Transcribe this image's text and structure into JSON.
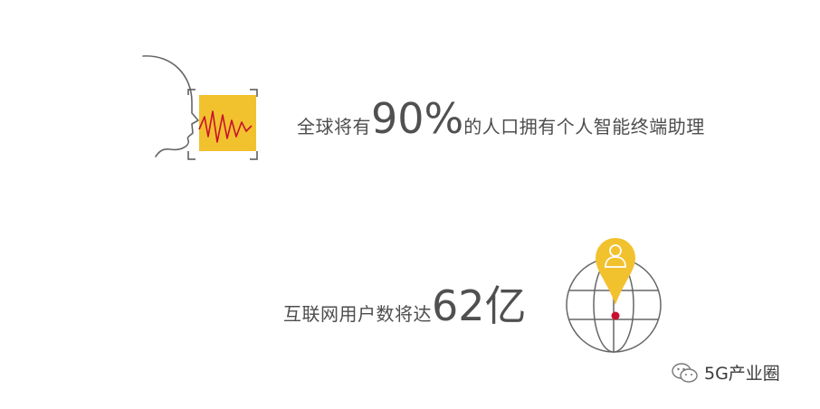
{
  "stats": [
    {
      "prefix": "全球将有",
      "number": "90%",
      "suffix": "的人口拥有个人智能终端助理",
      "icon": "voice-assistant-icon"
    },
    {
      "prefix": "互联网用户数将达",
      "number": "62亿",
      "suffix": "",
      "icon": "globe-user-location-icon"
    }
  ],
  "watermark": {
    "text": "5G产业圈",
    "icon": "wechat-icon"
  },
  "colors": {
    "accent_yellow": "#f2c12e",
    "wave_red": "#c8102e",
    "line_gray": "#666666",
    "text_gray": "#4d4d4d"
  }
}
